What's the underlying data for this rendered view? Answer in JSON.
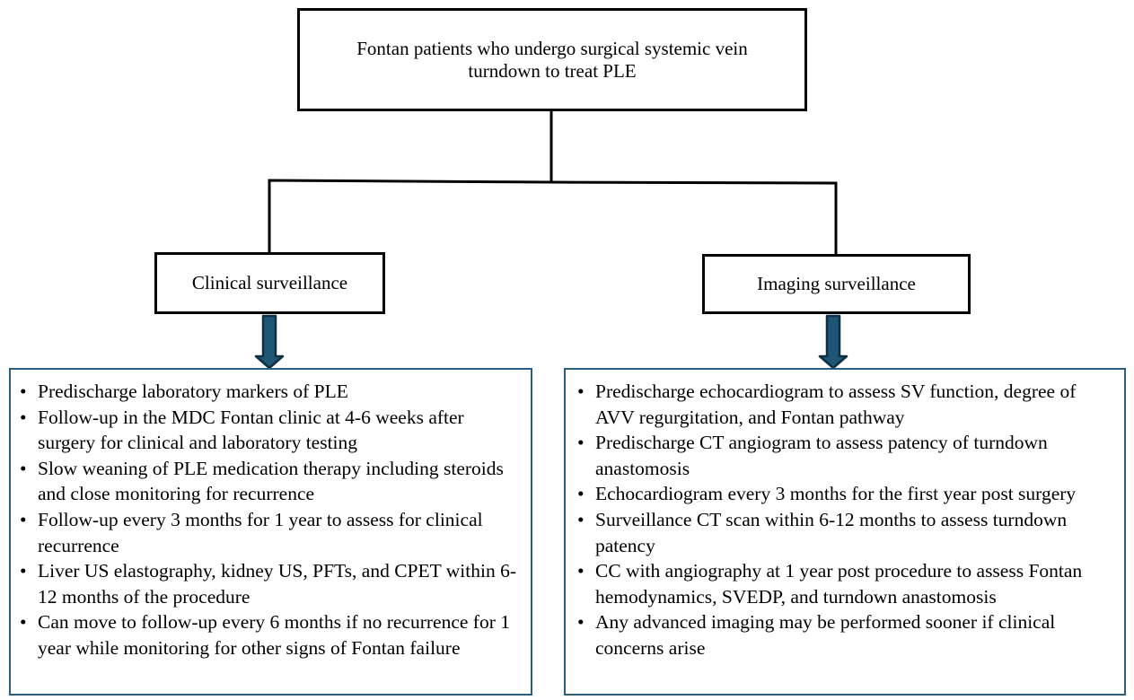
{
  "top": {
    "text": "Fontan patients who undergo surgical systemic vein turndown to treat PLE"
  },
  "left": {
    "heading": "Clinical surveillance",
    "items": [
      "Predischarge laboratory markers of PLE",
      "Follow-up in the MDC Fontan clinic at 4-6 weeks after surgery for clinical and laboratory testing",
      "Slow weaning of PLE medication therapy including steroids and close monitoring for recurrence",
      "Follow-up every 3 months for 1 year to assess for clinical recurrence",
      "Liver US elastography, kidney US, PFTs, and CPET within 6-12 months of the procedure",
      "Can move to follow-up every 6 months if no recurrence for 1 year while monitoring for other signs of Fontan failure"
    ]
  },
  "right": {
    "heading": "Imaging surveillance",
    "items": [
      "Predischarge echocardiogram to assess SV function, degree of AVV regurgitation, and Fontan pathway",
      "Predischarge CT angiogram to assess patency of turndown anastomosis",
      "Echocardiogram every 3 months for the first year post surgery",
      "Surveillance CT scan within 6-12 months to assess turndown patency",
      "CC with angiography at 1 year post procedure to assess Fontan hemodynamics, SVEDP, and turndown anastomosis",
      "Any advanced imaging may be performed sooner if clinical concerns arise"
    ]
  },
  "colors": {
    "arrow_fill": "#1f5575",
    "arrow_stroke": "#0f2f42",
    "list_border": "#2a5f80"
  }
}
